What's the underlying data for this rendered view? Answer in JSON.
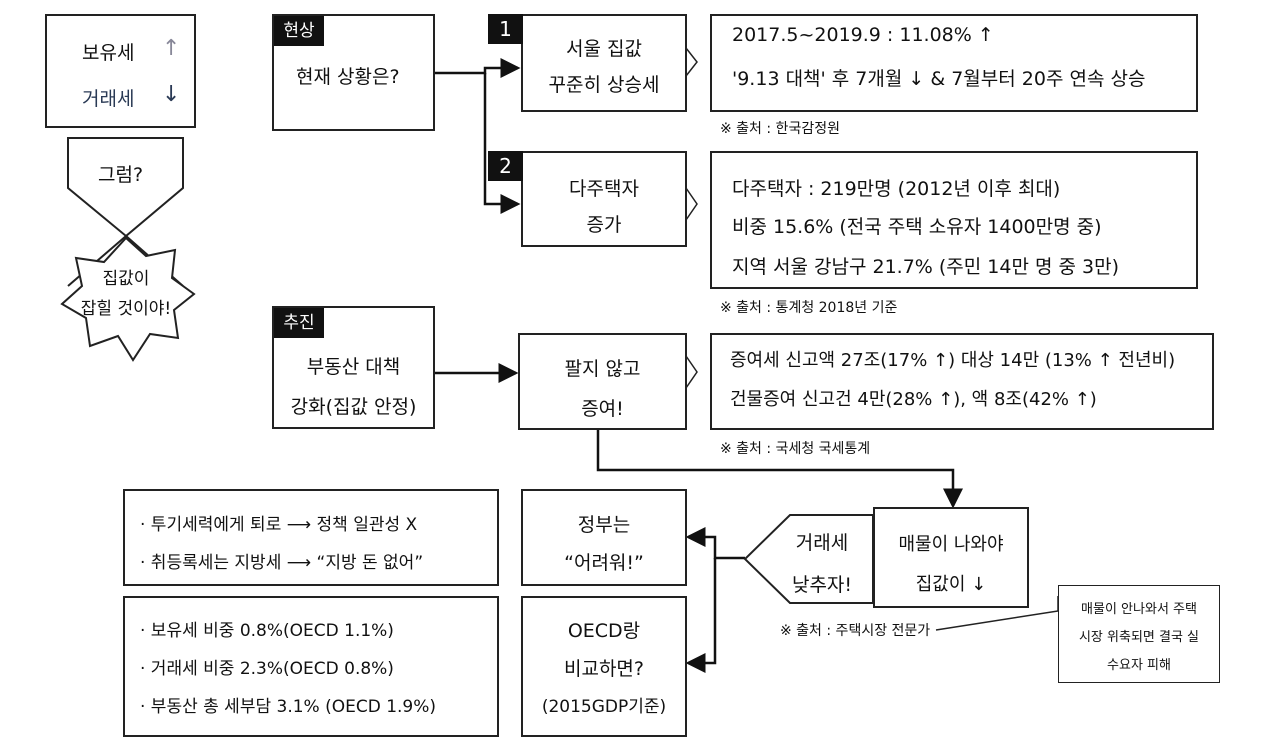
{
  "left": {
    "holding_tax": "보유세",
    "holding_arrow": "↑",
    "transfer_tax": "거래세",
    "transfer_arrow": "↓",
    "then": "그럼?",
    "conclusion_line1": "집값이",
    "conclusion_line2": "잡힐 것이야!"
  },
  "current": {
    "tag": "현상",
    "question": "현재 상황은?",
    "item1": {
      "num": "1",
      "title_line1": "서울 집값",
      "title_line2": "꾸준히 상승세",
      "detail_line1": "2017.5~2019.9 : 11.08% ↑",
      "detail_line2": "'9.13 대책' 후 7개월 ↓ & 7월부터 20주 연속 상승",
      "source": "※ 출처 : 한국감정원"
    },
    "item2": {
      "num": "2",
      "title_line1": "다주택자",
      "title_line2": "증가",
      "detail_line1": "다주택자 : 219만명 (2012년 이후 최대)",
      "detail_line2": "비중 15.6% (전국 주택 소유자 1400만명 중)",
      "detail_line3": "지역 서울 강남구 21.7% (주민 14만 명 중 3만)",
      "source": "※ 출처 : 통계청 2018년 기준"
    }
  },
  "push": {
    "tag": "추진",
    "policy_line1": "부동산 대책",
    "policy_line2": "강화(집값 안정)",
    "gift_line1": "팔지 않고",
    "gift_line2": "증여!",
    "gift_detail_line1": "증여세 신고액 27조(17% ↑) 대상 14만 (13% ↑ 전년비)",
    "gift_detail_line2": "건물증여 신고건 4만(28% ↑), 액 8조(42% ↑)",
    "source": "※ 출처 : 국세청 국세통계"
  },
  "lower": {
    "lower_tax_line1": "거래세",
    "lower_tax_line2": "낮추자!",
    "supply_line1": "매물이 나와야",
    "supply_line2": "집값이 ↓",
    "source": "※ 출처 : 주택시장 전문가",
    "callout_line1": "매물이 안나와서 주택",
    "callout_line2": "시장 위축되면 결국 실",
    "callout_line3": "수요자 피해",
    "gov_line1": "정부는",
    "gov_line2": "“어려워!”",
    "gov_reason1": "· 투기세력에게 퇴로 ⟶ 정책 일관성 X",
    "gov_reason2": "· 취등록세는 지방세 ⟶ “지방 돈 없어”",
    "oecd_line1": "OECD랑",
    "oecd_line2": "비교하면?",
    "oecd_line3": "(2015GDP기준)",
    "oecd_item1": "· 보유세 비중 0.8%(OECD 1.1%)",
    "oecd_item2": "· 거래세 비중 2.3%(OECD 0.8%)",
    "oecd_item3": "· 부동산 총 세부담 3.1% (OECD 1.9%)"
  }
}
